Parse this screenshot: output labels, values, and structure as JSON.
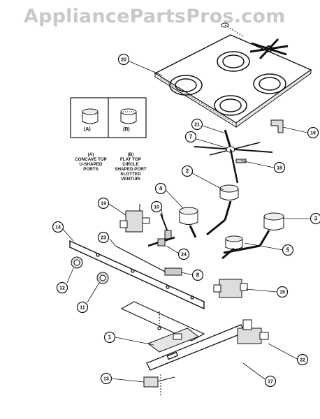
{
  "watermark": "AppliancePartsPros.com",
  "insets": {
    "a": {
      "tag": "(A)",
      "caption": "(A)\nCONCAVE TOP\nU-SHAPED\nPORTS"
    },
    "b": {
      "tag": "(B)",
      "caption": "(B)\nFLAT TOP\nCIRCLE\nSHAPED PORT\nSLOTTED\nVENTURI"
    }
  },
  "callouts": [
    "20",
    "21",
    "7",
    "18",
    "16",
    "2",
    "4",
    "10",
    "19",
    "3",
    "5",
    "14",
    "23",
    "24",
    "8",
    "15",
    "12",
    "11",
    "1",
    "22",
    "17",
    "13"
  ]
}
